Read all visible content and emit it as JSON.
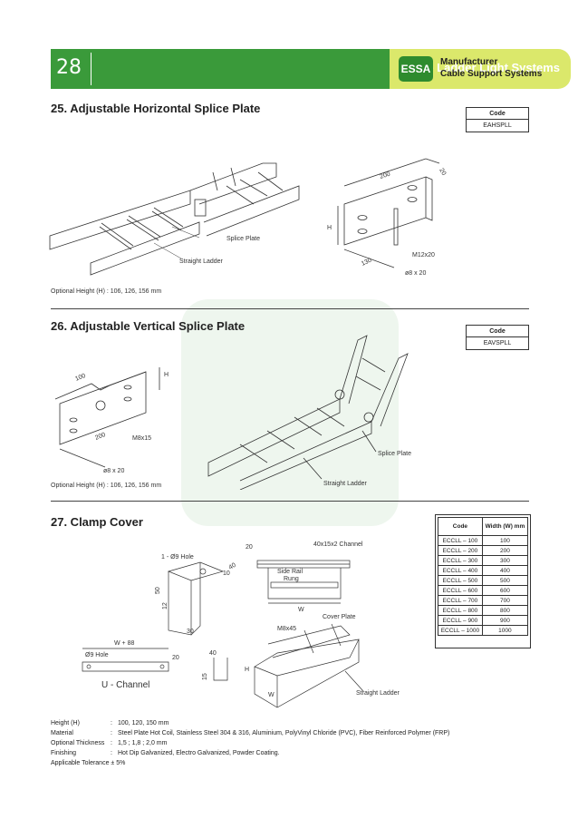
{
  "header": {
    "page_number": "28",
    "title": "Cable Ladder Light Systems",
    "logo_text": "ESSA",
    "manufacturer_line1": "Manufacturer",
    "manufacturer_line2": "Cable Support Systems"
  },
  "section25": {
    "title": "25. Adjustable Horizontal Splice Plate",
    "code_label": "Code",
    "code_value": "EAHSPLL",
    "note": "Optional Height (H) : 106, 126, 156 mm",
    "labels": {
      "splice_plate": "Splice Plate",
      "straight_ladder": "Straight Ladder",
      "dim_200": "200",
      "dim_20": "20",
      "dim_h": "H",
      "dim_130": "130",
      "bolt": "M12x20",
      "hole": "ø8 x 20"
    }
  },
  "section26": {
    "title": "26. Adjustable Vertical Splice Plate",
    "code_label": "Code",
    "code_value": "EAVSPLL",
    "note": "Optional Height (H) : 106, 126, 156 mm",
    "labels": {
      "dim_100": "100",
      "dim_h": "H",
      "dim_200": "200",
      "bolt": "M8x15",
      "hole": "ø8 x 20",
      "splice_plate": "Splice Plate",
      "straight_ladder": "Straight Ladder"
    }
  },
  "section27": {
    "title": "27. Clamp Cover",
    "labels": {
      "hole1": "1 - Ø9 Hole",
      "d40": "40",
      "d20": "20",
      "d50": "50",
      "d12": "12",
      "d30": "30",
      "d10": "10",
      "channel": "40x15x2 Channel",
      "side_rail": "Side Rail",
      "rung": "Rung",
      "w": "W",
      "w88": "W + 88",
      "hole9": "Ø9 Hole",
      "u_channel": "U - Channel",
      "d15": "15",
      "m8x45": "M8x45",
      "cover_plate": "Cover Plate",
      "h": "H",
      "straight_ladder": "Straight Ladder"
    },
    "table": {
      "headers": [
        "Code",
        "Width (W) mm"
      ],
      "rows": [
        [
          "ECCLL  –  100",
          "100"
        ],
        [
          "ECCLL  –  200",
          "200"
        ],
        [
          "ECCLL  –  300",
          "300"
        ],
        [
          "ECCLL  –  400",
          "400"
        ],
        [
          "ECCLL  –  500",
          "500"
        ],
        [
          "ECCLL  –  600",
          "600"
        ],
        [
          "ECCLL  –  700",
          "700"
        ],
        [
          "ECCLL  –  800",
          "800"
        ],
        [
          "ECCLL  –  900",
          "900"
        ],
        [
          "ECCLL  –  1000",
          "1000"
        ]
      ]
    }
  },
  "specs": [
    {
      "key": "Height (H)",
      "value": "100, 120, 150 mm"
    },
    {
      "key": "Material",
      "value": "Steel Plate Hot Coil, Stainless Steel 304 & 316, Aluminium, PolyVinyl Chloride (PVC), Fiber Reinforced Polymer (FRP)"
    },
    {
      "key": "Optional Thickness",
      "value": "1,5 ; 1,8 ; 2,0 mm"
    },
    {
      "key": "Finishing",
      "value": "Hot Dip Galvanized, Electro Galvanized, Powder Coating."
    }
  ],
  "tolerance": "Applicable Tolerance ± 5%",
  "colors": {
    "brand_green": "#3a9a3a",
    "accent_yellow": "#dbe86b"
  }
}
